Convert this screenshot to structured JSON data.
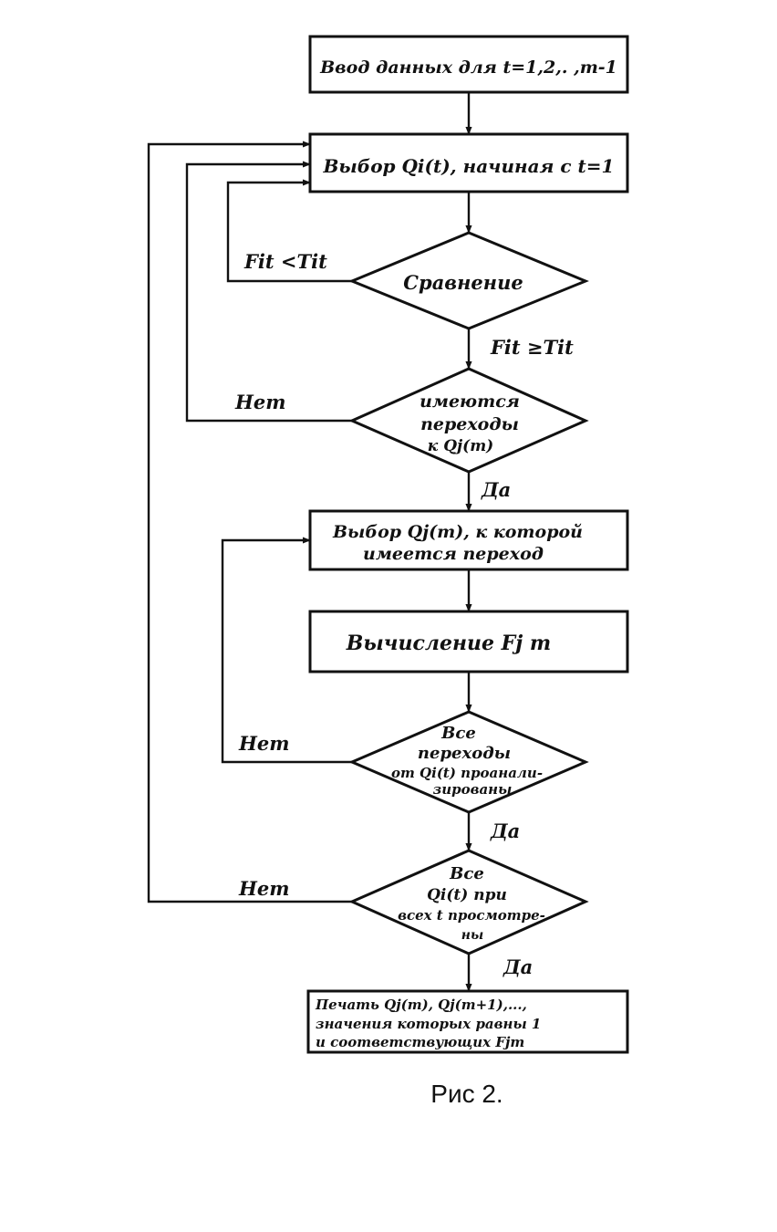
{
  "nodes": {
    "input": "Ввод данных для t=1,2,. ,m-1",
    "select_q": "Выбор Qi(t), начиная с t=1",
    "compare": "Сравнение",
    "has_transitions": [
      "имеются",
      "переходы",
      "к Qj(m)"
    ],
    "select_qj": [
      "Выбор Qj(m), к которой",
      "имеется переход"
    ],
    "compute": "Вычисление Fj m",
    "all_analyzed": [
      "Все",
      "переходы",
      "от Qi(t) проанали-",
      "зированы"
    ],
    "all_viewed": [
      "Все",
      "Qi(t) при",
      "всех t просмотре-",
      "ны"
    ],
    "print": [
      "Печать Qj(m), Qj(m+1),...,",
      "значения которых равны 1",
      "и соответствующих Fjm"
    ]
  },
  "edges": {
    "fit_less": "Fit <Tit",
    "fit_greater": "Fit ≥Tit",
    "no_1": "Нет",
    "yes_1": "Да",
    "no_2": "Нет",
    "yes_2": "Да",
    "no_3": "Нет",
    "yes_3": "Да"
  },
  "caption": "Рис 2."
}
